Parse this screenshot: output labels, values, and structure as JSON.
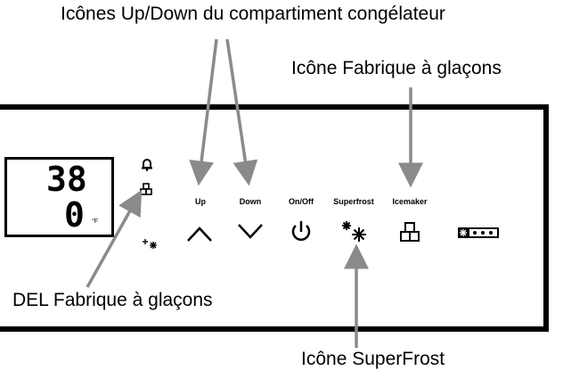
{
  "callouts": {
    "freezer_up_down": "Icônes Up/Down du compartiment congélateur",
    "icemaker_icon": "Icône Fabrique à glaçons",
    "icemaker_led": "DEL Fabrique à glaçons",
    "superfrost_icon": "Icône SuperFrost"
  },
  "display": {
    "temp_top": "38",
    "temp_bottom": "0",
    "unit": "°F"
  },
  "buttons": {
    "up": "Up",
    "down": "Down",
    "onoff": "On/Off",
    "superfrost": "Superfrost",
    "icemaker": "Icemaker"
  },
  "icons": {
    "led_alarm": "bell-icon",
    "led_icemaker": "ice-cubes-icon",
    "led_superfrost": "snowflake-icon",
    "up": "chevron-up-icon",
    "down": "chevron-down-icon",
    "power": "power-icon",
    "superfrost": "snowflake-icon",
    "icemaker": "ice-cubes-icon",
    "badge": "freezer-star-badge-icon"
  },
  "colors": {
    "arrow": "#8a8a8a",
    "ink": "#000000"
  }
}
